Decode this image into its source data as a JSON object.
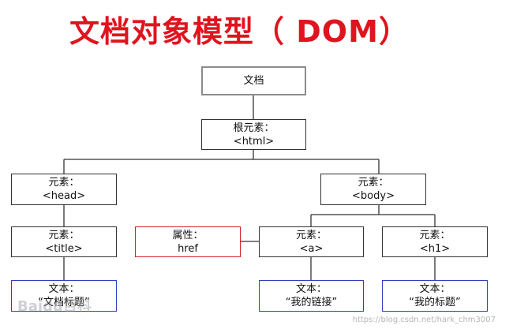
{
  "title": "文档对象模型（ DOM）",
  "nodes": {
    "document": {
      "line1": "文档"
    },
    "root": {
      "line1": "根元素：",
      "line2": "<html>"
    },
    "head": {
      "line1": "元素：",
      "line2": "<head>"
    },
    "body": {
      "line1": "元素：",
      "line2": "<body>"
    },
    "title_el": {
      "line1": "元素：",
      "line2": "<title>"
    },
    "attr": {
      "line1": "属性：",
      "line2": "href"
    },
    "a_el": {
      "line1": "元素：",
      "line2": "<a>"
    },
    "h1_el": {
      "line1": "元素：",
      "line2": "<h1>"
    },
    "text_title": {
      "line1": "文本：",
      "line2": "“文档标题”"
    },
    "text_link": {
      "line1": "文本：",
      "line2": "“我的链接”"
    },
    "text_h1": {
      "line1": "文本：",
      "line2": "“我的标题”"
    }
  },
  "colors": {
    "title": "#e0141e",
    "document_border": "#8c8c8c",
    "element_border": "#333333",
    "attribute_border": "#d62020",
    "text_border": "#2f3fbf"
  },
  "watermarks": {
    "left": "Baidu百科",
    "right": "https://blog.csdn.net/hark_chm3007"
  }
}
